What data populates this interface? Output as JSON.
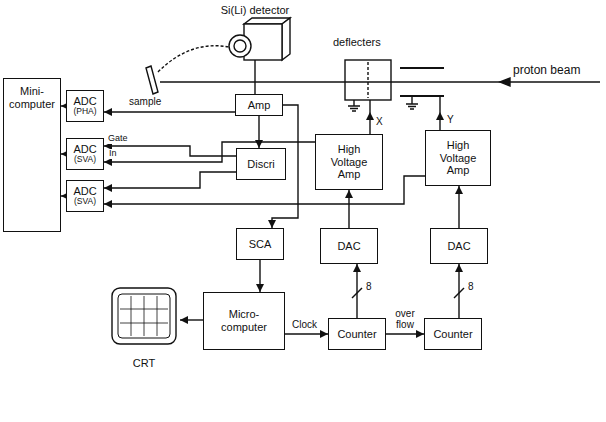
{
  "diagram": {
    "nodes": [
      {
        "text": [
          "Si(Li) detector"
        ]
      },
      {
        "text": [
          "deflecters"
        ]
      },
      {
        "text": [
          "Mini- computer"
        ]
      },
      {
        "text": [
          "ADC",
          "(PHA)"
        ]
      },
      {
        "text": [
          "Amp"
        ]
      },
      {
        "text": [
          "ADC",
          "(SVA)"
        ]
      },
      {
        "text": [
          "Discri"
        ]
      },
      {
        "text": [
          "High Voltage Amp"
        ]
      },
      {
        "text": [
          "High Voltage Amp"
        ]
      },
      {
        "text": [
          "ADC",
          "(SVA)"
        ]
      },
      {
        "text": [
          "SCA"
        ]
      },
      {
        "text": [
          "DAC"
        ]
      },
      {
        "text": [
          "DAC"
        ]
      },
      {
        "text": [
          "CRT"
        ]
      },
      {
        "text": [
          "Micro- computer"
        ]
      },
      {
        "text": [
          "Counter"
        ]
      },
      {
        "text": [
          "Counter"
        ]
      }
    ],
    "edges": [
      {
        "from": 0,
        "to": 4,
        "arrow": "none"
      },
      {
        "from": 4,
        "to": 3,
        "arrow": "to"
      },
      {
        "from": 4,
        "to": 6,
        "arrow": "to"
      },
      {
        "from": 4,
        "to": 10,
        "arrow": "to"
      },
      {
        "from": 6,
        "to": 5,
        "arrow": "to"
      },
      {
        "from": 6,
        "to": 9,
        "arrow": "to"
      },
      {
        "from": 7,
        "to": 5,
        "arrow": "to"
      },
      {
        "from": 8,
        "to": 9,
        "arrow": "to"
      },
      {
        "from": 3,
        "to": 2,
        "arrow": "to"
      },
      {
        "from": 5,
        "to": 2,
        "arrow": "to"
      },
      {
        "from": 9,
        "to": 2,
        "arrow": "to"
      },
      {
        "from": 10,
        "to": 14,
        "arrow": "to"
      },
      {
        "from": 14,
        "to": 13,
        "arrow": "to"
      },
      {
        "from": 14,
        "to": 15,
        "label": "Clock",
        "arrow": "to"
      },
      {
        "from": 15,
        "to": 16,
        "label": "over flow",
        "arrow": "to"
      },
      {
        "from": 15,
        "to": 11,
        "arrow": "to"
      },
      {
        "from": 16,
        "to": 12,
        "arrow": "to"
      },
      {
        "from": 11,
        "to": 7,
        "arrow": "to"
      },
      {
        "from": 12,
        "to": 8,
        "arrow": "to"
      },
      {
        "from": 7,
        "to": 1,
        "label": "X",
        "arrow": "to"
      },
      {
        "from": 8,
        "to": 1,
        "label": "Y",
        "arrow": "to"
      }
    ],
    "labels": [
      "sample",
      "proton beam",
      "Gate",
      "In",
      "8",
      "8"
    ]
  }
}
